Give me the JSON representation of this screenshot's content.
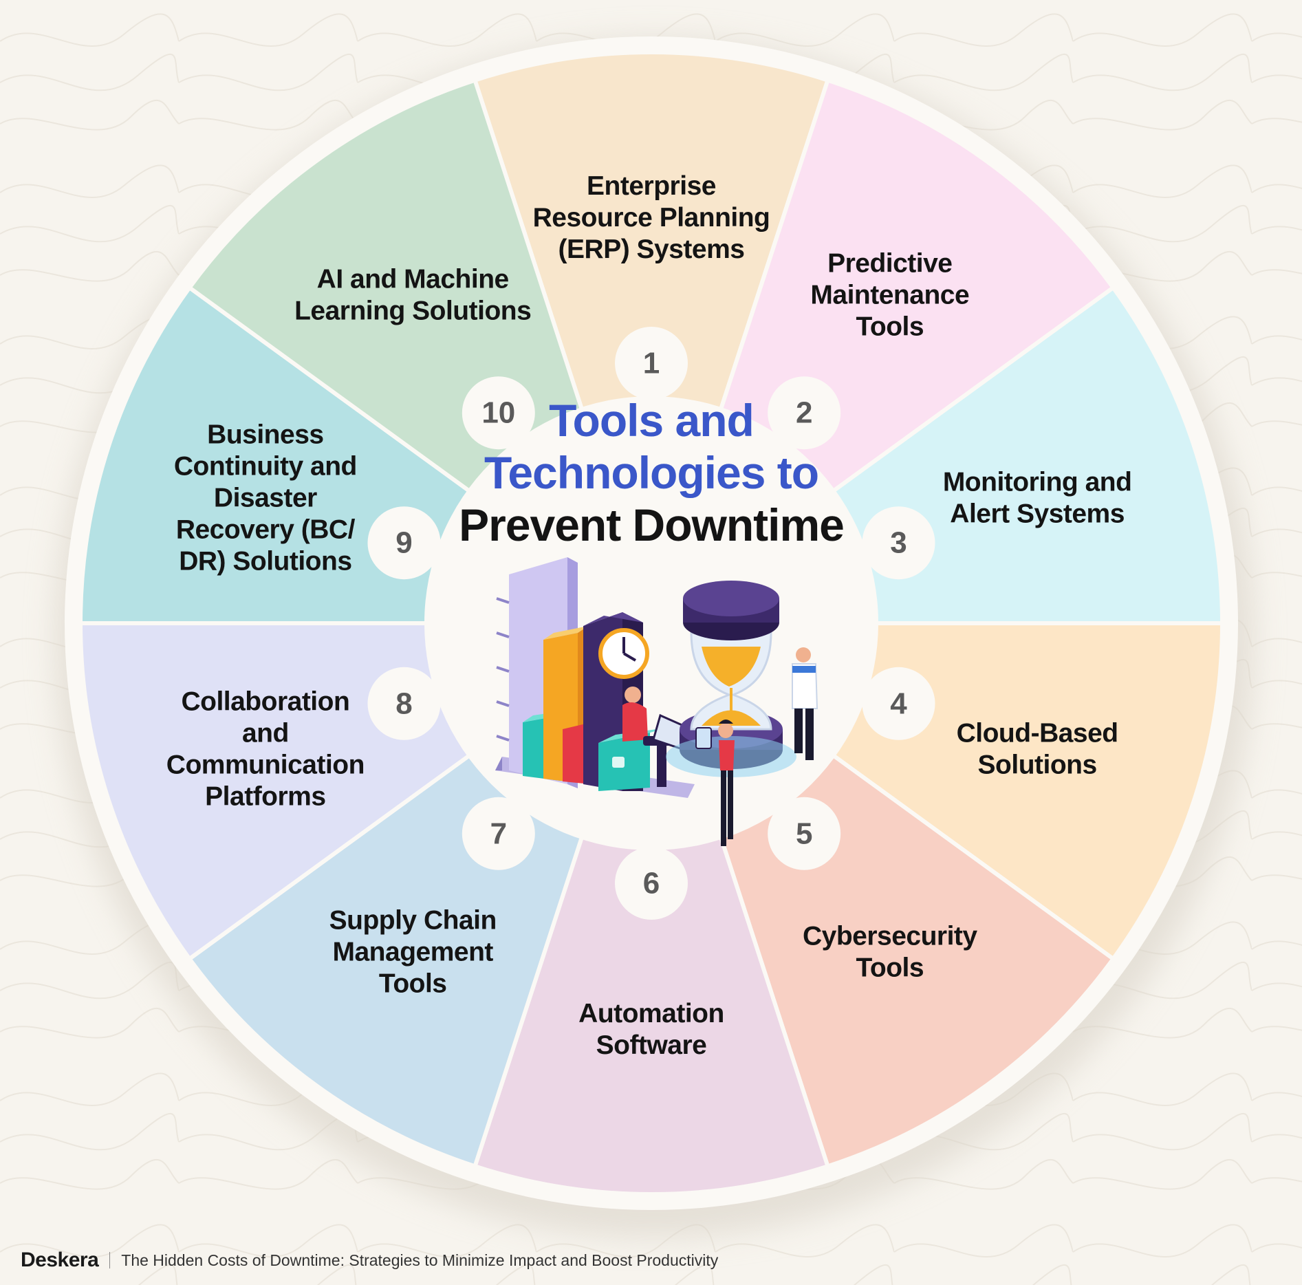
{
  "title": {
    "line1": "Tools and",
    "line2": "Technologies to",
    "line3": "Prevent Downtime"
  },
  "segments": [
    {
      "number": "1",
      "lines": [
        "Enterprise",
        "Resource Planning",
        "(ERP) Systems"
      ],
      "color": "#f8e6cc"
    },
    {
      "number": "2",
      "lines": [
        "Predictive",
        "Maintenance",
        "Tools"
      ],
      "color": "#fbe1f2"
    },
    {
      "number": "3",
      "lines": [
        "Monitoring and",
        "Alert Systems"
      ],
      "color": "#d6f3f7"
    },
    {
      "number": "4",
      "lines": [
        "Cloud-Based",
        "Solutions"
      ],
      "color": "#fde6c6"
    },
    {
      "number": "5",
      "lines": [
        "Cybersecurity",
        "Tools"
      ],
      "color": "#f8d0c4"
    },
    {
      "number": "6",
      "lines": [
        "Automation",
        "Software"
      ],
      "color": "#ecd7e6"
    },
    {
      "number": "7",
      "lines": [
        "Supply Chain",
        "Management",
        "Tools"
      ],
      "color": "#c9e0ee"
    },
    {
      "number": "8",
      "lines": [
        "Collaboration",
        "and",
        "Communication",
        "Platforms"
      ],
      "color": "#dfe1f6"
    },
    {
      "number": "9",
      "lines": [
        "Business",
        "Continuity and",
        "Disaster",
        "Recovery (BC/",
        "DR) Solutions"
      ],
      "color": "#b5e1e4"
    },
    {
      "number": "10",
      "lines": [
        "AI and Machine",
        "Learning Solutions"
      ],
      "color": "#c9e2cf"
    }
  ],
  "footer": {
    "brand": "Deskera",
    "caption": "The Hidden Costs of Downtime: Strategies to Minimize Impact and Boost Productivity"
  }
}
